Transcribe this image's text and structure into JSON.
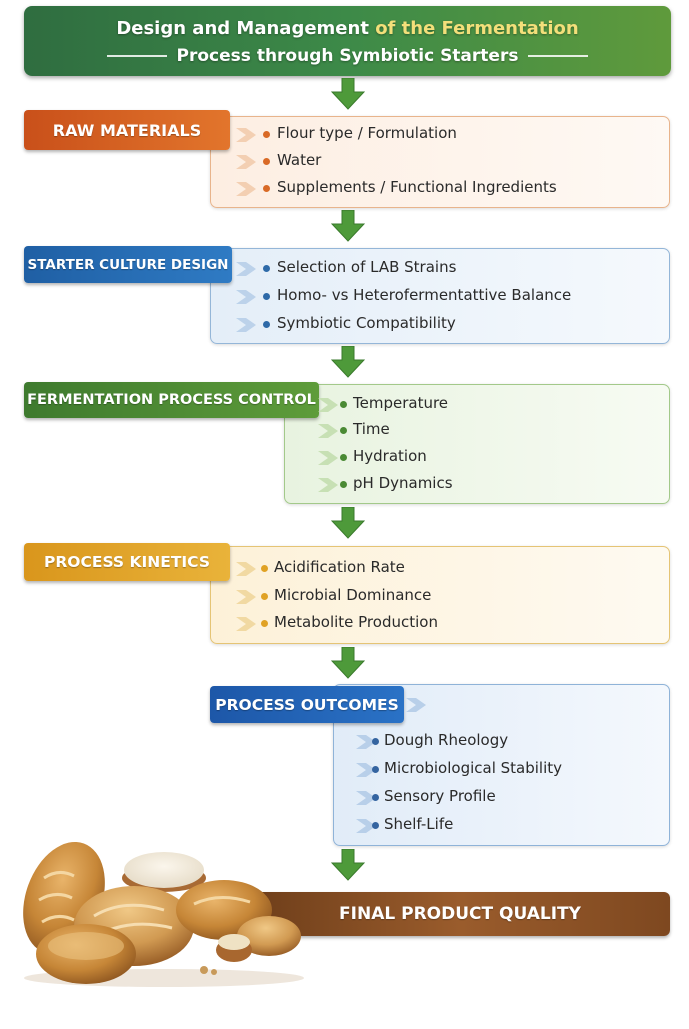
{
  "header": {
    "title_part1": "Design and Management ",
    "title_part2": "of the Fermentation",
    "subtitle": "Process through Symbiotic Starters"
  },
  "stages": [
    {
      "label": "RAW MATERIALS",
      "items": [
        "Flour type  / Formulation",
        "Water",
        "Supplements / Functional Ingredients"
      ]
    },
    {
      "label": "STARTER CULTURE DESIGN",
      "items": [
        "Selection of LAB Strains",
        "Homo- vs Heterofermentattive Balance",
        "Symbiotic Compatibility"
      ]
    },
    {
      "label": "FERMENTATION PROCESS CONTROL",
      "items": [
        "Temperature",
        "Time",
        "Hydration",
        "pH Dynamics"
      ]
    },
    {
      "label": "PROCESS KINETICS",
      "items": [
        "Acidification Rate",
        "Microbial Dominance",
        "Metabolite Production"
      ]
    },
    {
      "label": "PROCESS OUTCOMES",
      "items": [
        "Dough Rheology",
        "Microbiological Stability",
        "Sensory Profile",
        "Shelf-Life"
      ]
    }
  ],
  "final": {
    "label": "FINAL PRODUCT QUALITY"
  },
  "colors": {
    "header": "#3d8a48",
    "raw_materials": "#d9601f",
    "starter_culture": "#2a6fb4",
    "fermentation": "#4e8c34",
    "kinetics": "#e2a526",
    "outcomes": "#2366b8",
    "final": "#7e4820",
    "arrow": "#4e9a3a"
  }
}
